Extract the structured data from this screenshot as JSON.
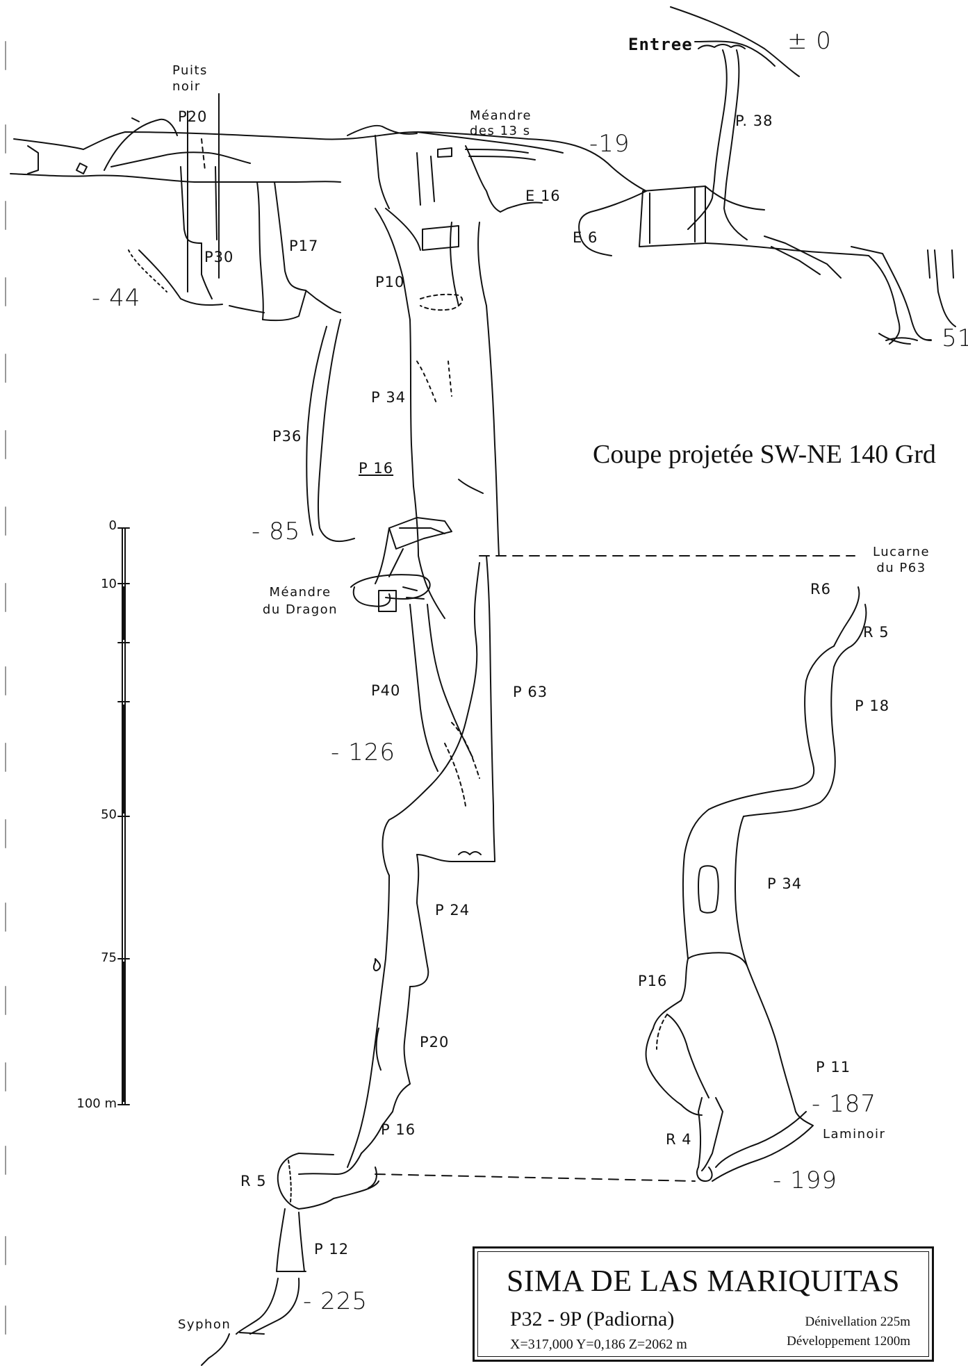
{
  "coupe_title": "Coupe projetée SW-NE 140 Grd",
  "entree": "Entree",
  "depths": {
    "zero": "± 0",
    "m19": "-19",
    "m44": "- 44",
    "m51": "- 51",
    "m85": "- 85",
    "m126": "- 126",
    "m187": "- 187",
    "m199": "- 199",
    "m225": "- 225"
  },
  "labels": {
    "puits_noir": "Puits noir",
    "p20_top": "P20",
    "meandre_13s": "Méandre des 13 s",
    "p38": "P. 38",
    "e16": "E 16",
    "e6": "E 6",
    "p30": "P30",
    "p17": "P17",
    "p10": "P10",
    "p34_main": "P 34",
    "p36": "P36",
    "p16_main": "P 16",
    "meandre_dragon": "Méandre du Dragon",
    "p40": "P40",
    "p63": "P 63",
    "p24": "P 24",
    "p20_low": "P20",
    "p16_low": "P 16",
    "r5_low": "R 5",
    "p12": "P 12",
    "syphon": "Syphon",
    "lucarne": "Lucarne du P63",
    "r6": "R6",
    "r5_right": "R 5",
    "p18": "P 18",
    "p34_right": "P 34",
    "p16_right": "P16",
    "p11": "P 11",
    "r4": "R 4",
    "laminoir": "Laminoir"
  },
  "scale": {
    "ticks": [
      "0",
      "10",
      "50",
      "75",
      "100 m"
    ]
  },
  "title_block": {
    "name": "SIMA DE LAS MARIQUITAS",
    "code": "P32 - 9P   (Padiorna)",
    "coords": "X=317,000   Y=0,186   Z=2062 m",
    "denivellation": "Dénivellation 225m",
    "developpement": "Développement 1200m"
  }
}
